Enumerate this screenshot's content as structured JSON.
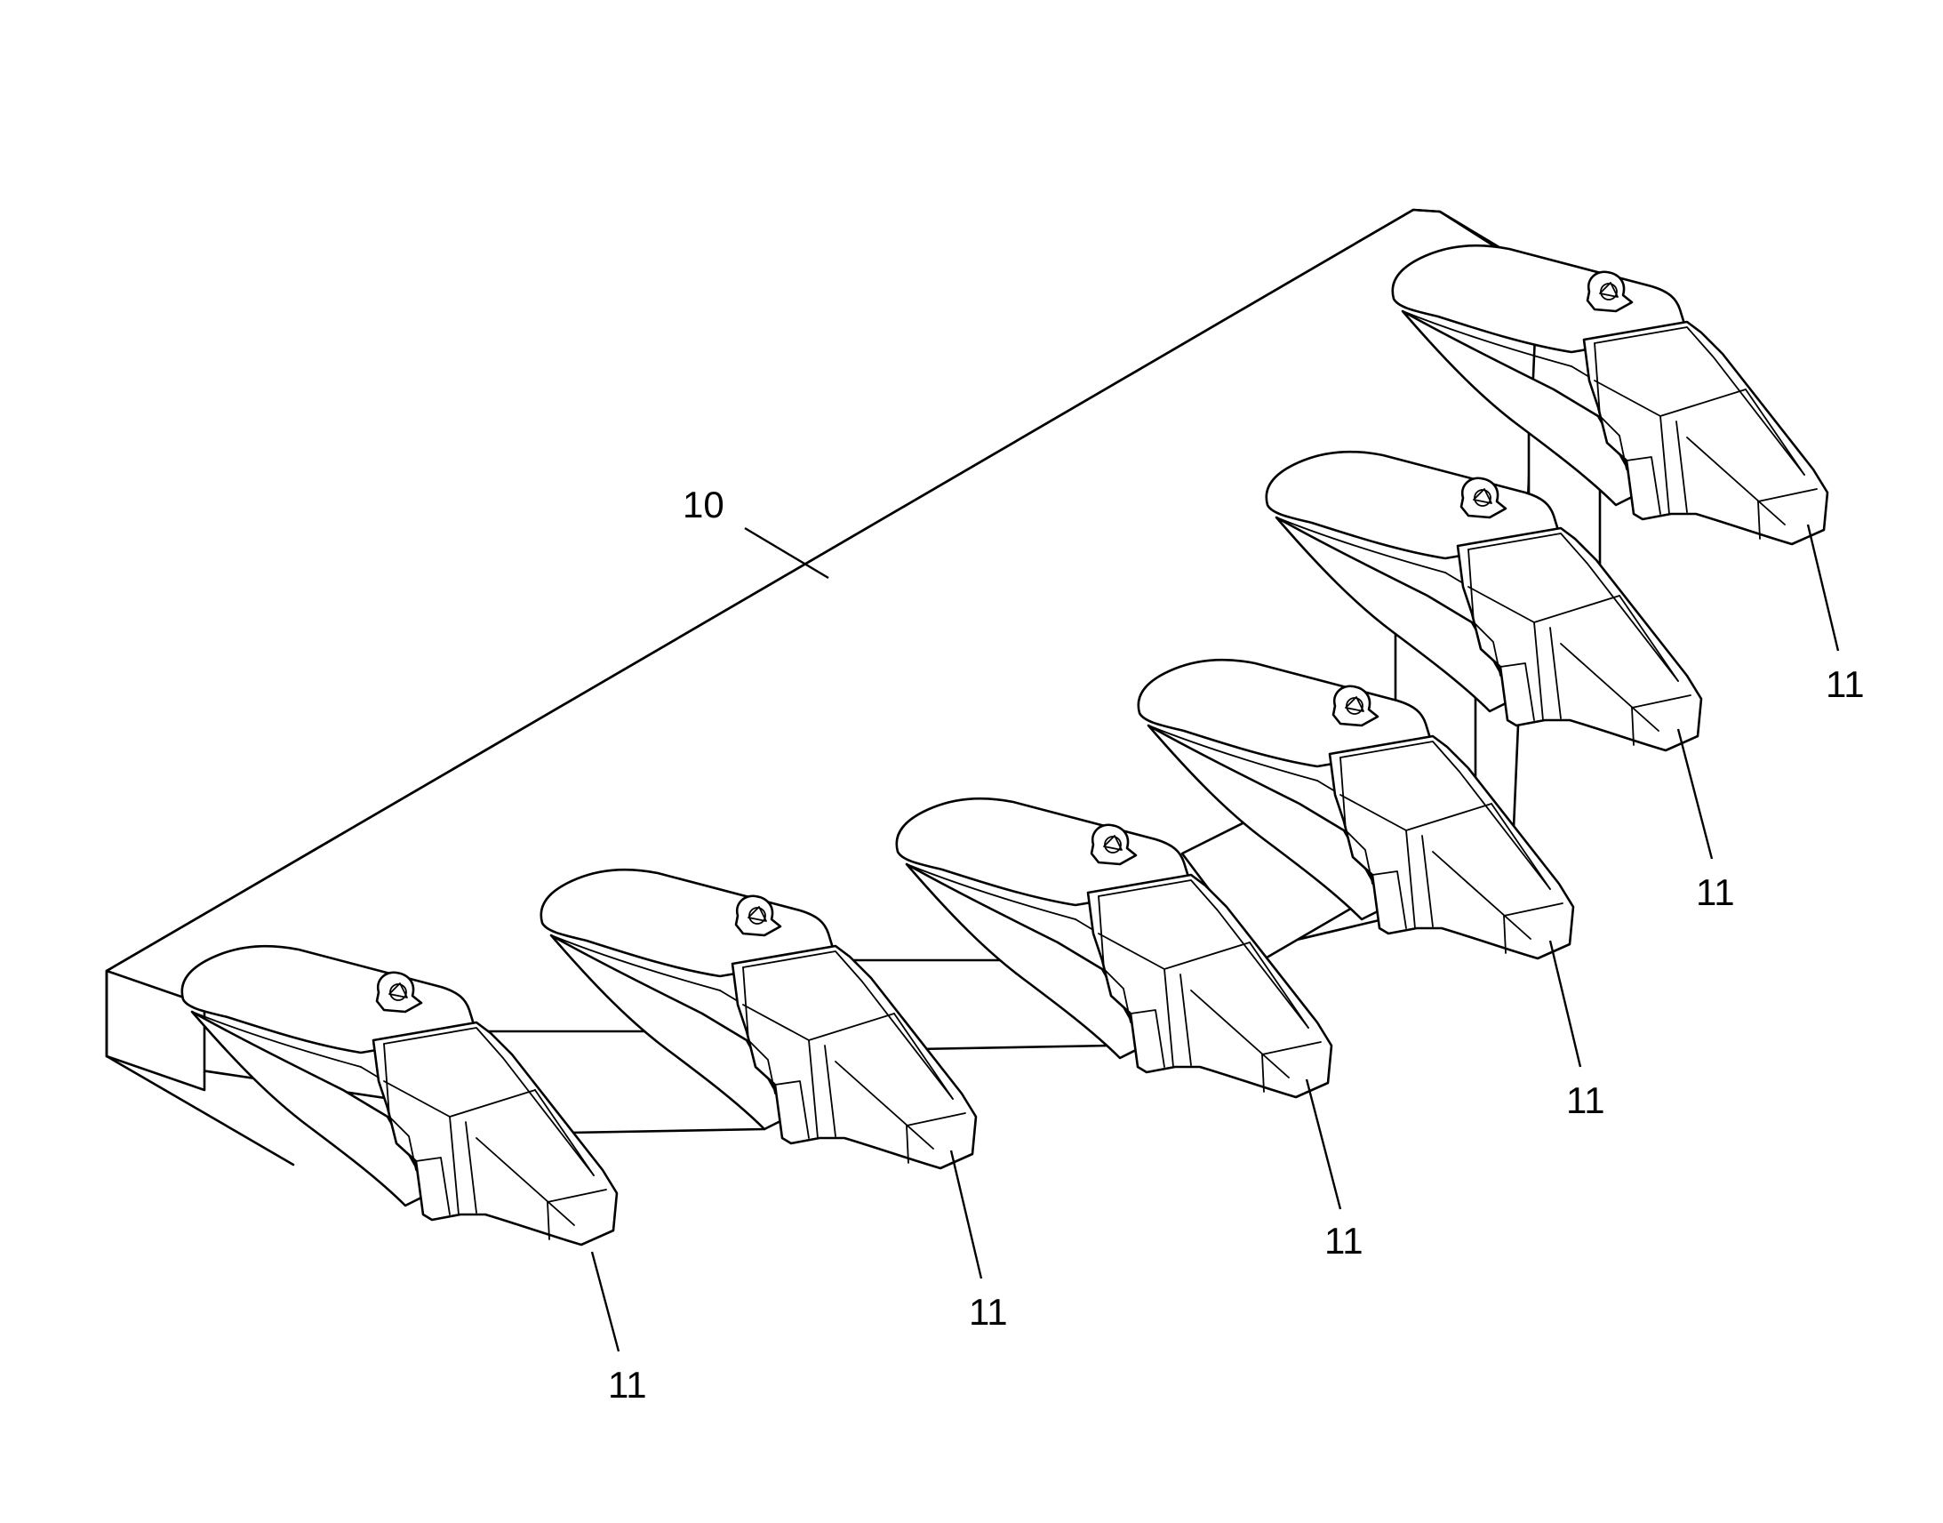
{
  "callouts": {
    "blade": "10",
    "tooth_1": "11",
    "tooth_2": "11",
    "tooth_3": "11",
    "tooth_4": "11",
    "tooth_5": "11",
    "tooth_6": "11"
  }
}
